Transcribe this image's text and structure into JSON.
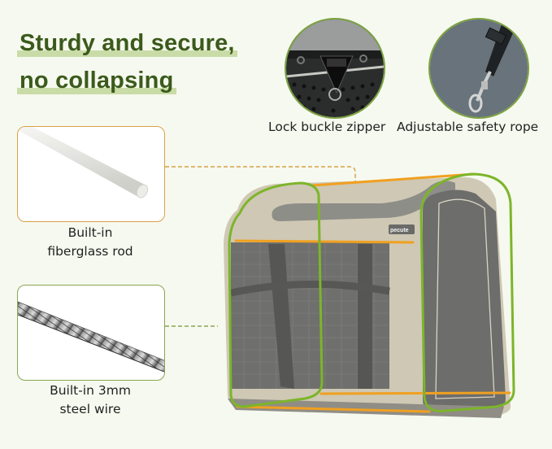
{
  "headline": {
    "line1": "Sturdy and secure,",
    "line2": "no collapsing"
  },
  "features_top": [
    {
      "label": "Lock buckle zipper",
      "icon": "zipper-lock-icon"
    },
    {
      "label": "Adjustable safety rope",
      "icon": "safety-rope-clip-icon"
    }
  ],
  "features_side": [
    {
      "line1": "Built-in",
      "line2": "fiberglass rod",
      "icon": "fiberglass-rod-icon",
      "accent": "#d9a24a"
    },
    {
      "line1": "Built-in 3mm",
      "line2": "steel wire",
      "icon": "steel-wire-icon",
      "accent": "#8aa552"
    }
  ],
  "product": {
    "brand_label": "pecute",
    "frame_colors": {
      "fiberglass": "#f0a020",
      "steel": "#7cb52a"
    }
  },
  "colors": {
    "background": "#f6f9ef",
    "headline": "#3b5a1b",
    "highlight": "#c9dca8"
  }
}
